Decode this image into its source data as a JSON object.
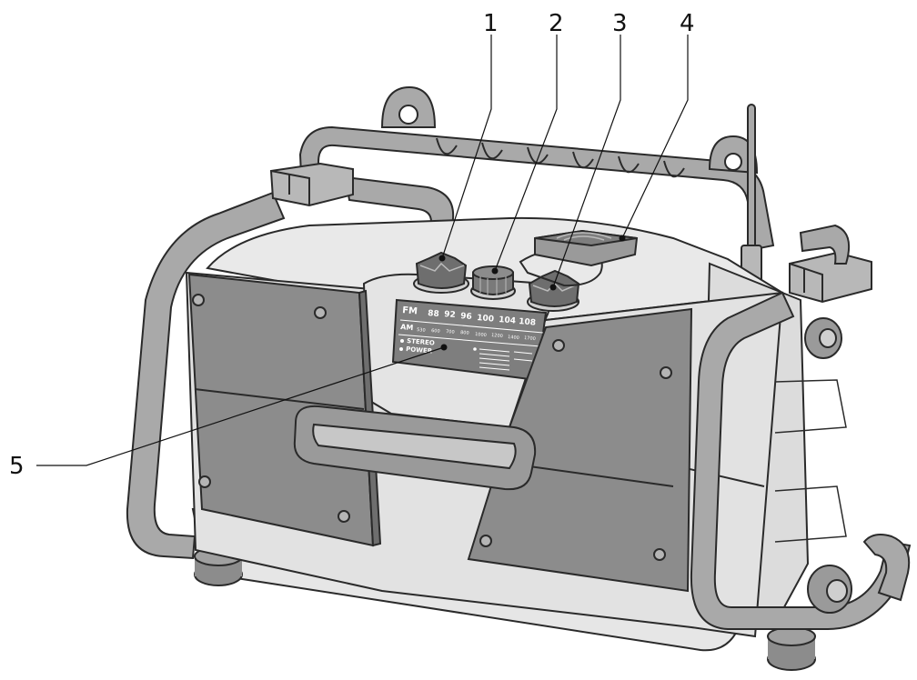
{
  "callouts": [
    {
      "id": "1",
      "label": "1"
    },
    {
      "id": "2",
      "label": "2"
    },
    {
      "id": "3",
      "label": "3"
    },
    {
      "id": "4",
      "label": "4"
    },
    {
      "id": "5",
      "label": "5"
    }
  ],
  "dial": {
    "fm_label": "FM",
    "fm_values": [
      "88",
      "92",
      "96",
      "100",
      "104",
      "108"
    ],
    "am_label": "AM",
    "am_values": [
      "530",
      "600",
      "700",
      "800",
      "1000",
      "1200",
      "1400",
      "1700"
    ],
    "stereo_label": "STEREO",
    "power_label": "POWER"
  },
  "colors": {
    "body_light": "#e8e8e8",
    "body_mid": "#cfcfcf",
    "frame": "#a9a9a9",
    "speaker": "#8c8c8c",
    "dial_panel": "#7e7e7e",
    "outline": "#2a2a2a"
  }
}
